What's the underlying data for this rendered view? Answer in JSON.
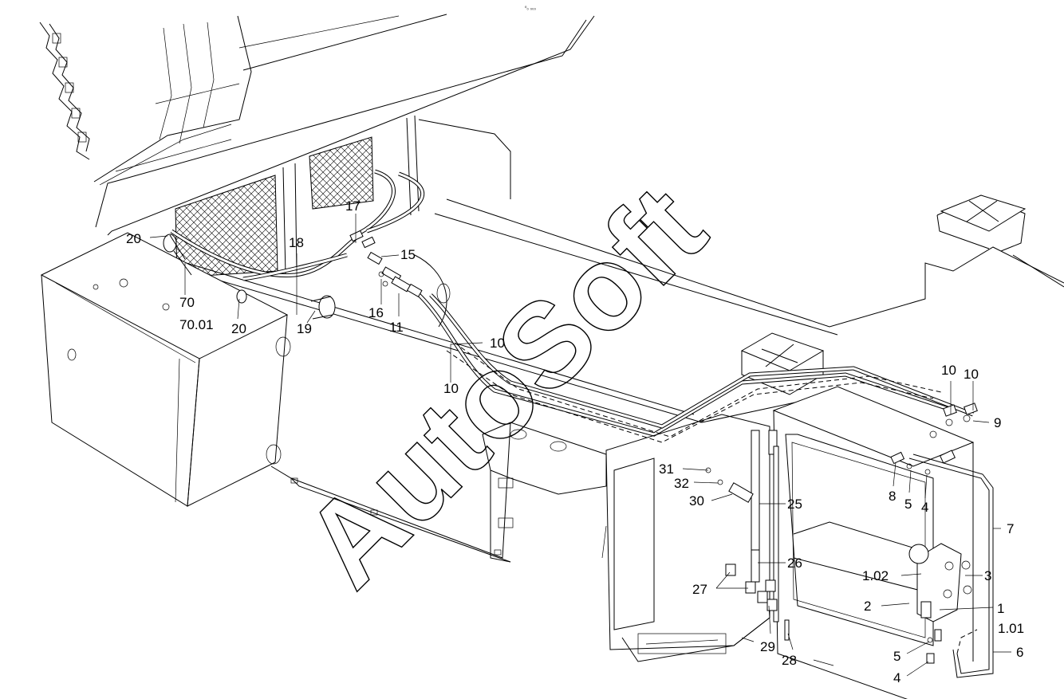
{
  "header": {
    "small_text": "⁰₀ ₀₀₀"
  },
  "watermark": {
    "text": "AutoSoft"
  },
  "callouts": {
    "c20a": "20",
    "c70": "70",
    "c7001": "70.01",
    "c20b": "20",
    "c18": "18",
    "c19": "19",
    "c17": "17",
    "c15": "15",
    "c16": "16",
    "c11": "11",
    "c10a": "10",
    "c10b": "10",
    "c10c": "10",
    "c10d": "10",
    "c9": "9",
    "c8": "8",
    "c5a": "5",
    "c4a": "4",
    "c7": "7",
    "c31": "31",
    "c32": "32",
    "c30": "30",
    "c25": "25",
    "c26": "26",
    "c27": "27",
    "c29": "29",
    "c28": "28",
    "c102": "1.02",
    "c3": "3",
    "c2": "2",
    "c1": "1",
    "c101": "1.01",
    "c5b": "5",
    "c6": "6",
    "c4b": "4"
  }
}
